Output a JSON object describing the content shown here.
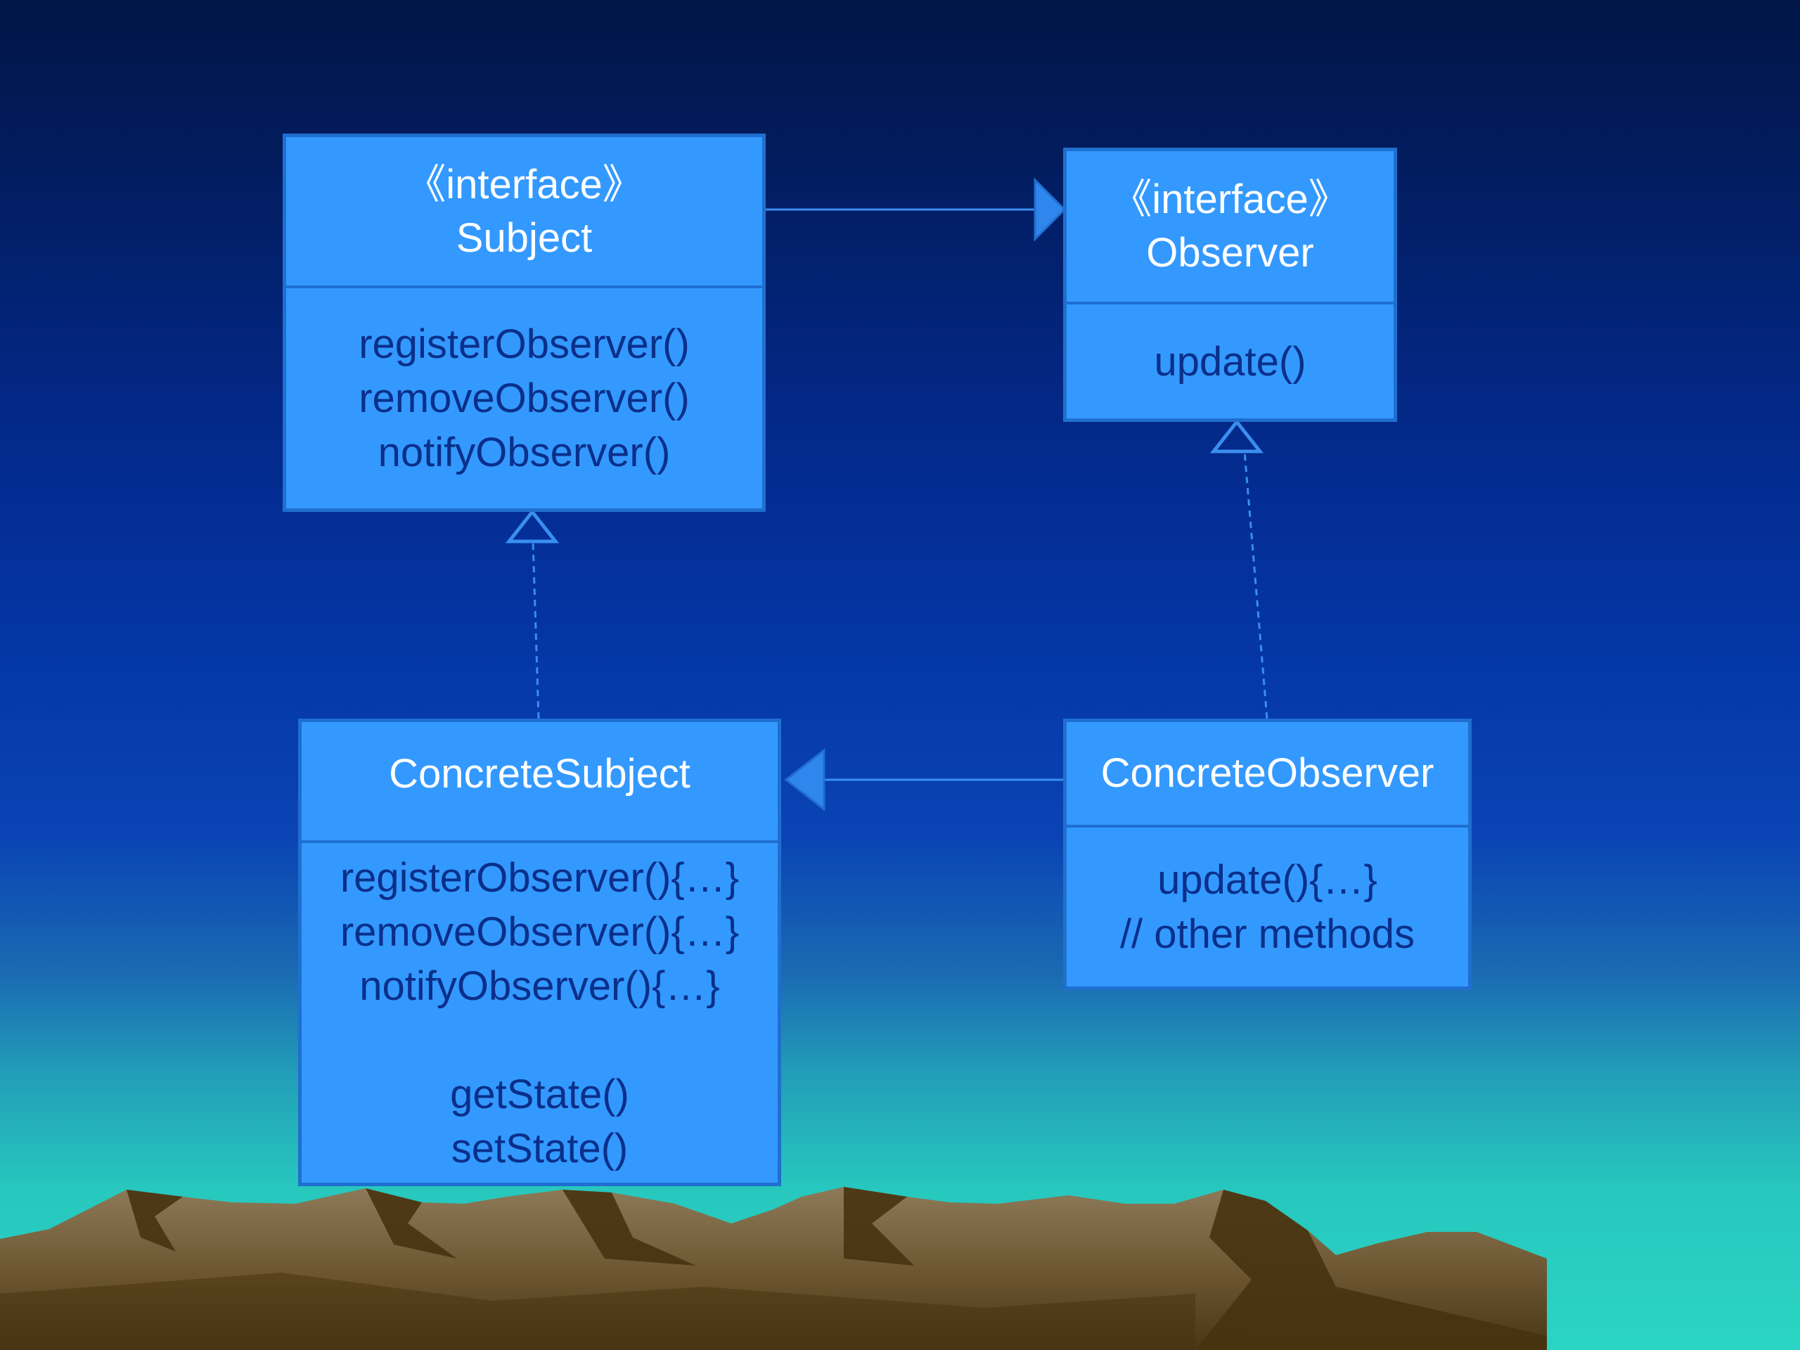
{
  "subject": {
    "stereotype": "《interface》",
    "name": "Subject",
    "methods": [
      "registerObserver()",
      "removeObserver()",
      "notifyObserver()"
    ]
  },
  "observer": {
    "stereotype": "《interface》",
    "name": "Observer",
    "methods": [
      "update()"
    ]
  },
  "concrete_subject": {
    "name": "ConcreteSubject",
    "methods": [
      "registerObserver(){…}",
      "removeObserver(){…}",
      "notifyObserver(){…}"
    ],
    "state_methods": [
      "getState()",
      "setState()"
    ]
  },
  "concrete_observer": {
    "name": "ConcreteObserver",
    "methods": [
      "update(){…}",
      "// other methods"
    ]
  },
  "colors": {
    "box_fill": "#3399ff",
    "box_border": "#1f6fd0",
    "title_text": "#ffffff",
    "method_text": "#0a2f8a",
    "connector": "#3a8ef0",
    "mountain_light": "#8a7552",
    "mountain_dark": "#4a3616"
  }
}
